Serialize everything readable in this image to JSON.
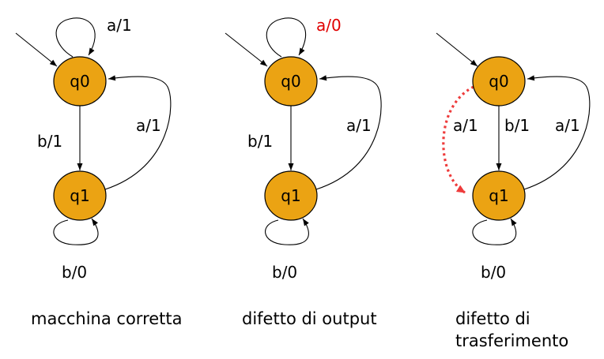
{
  "colors": {
    "state_fill": "#EBA313",
    "edge": "#000000",
    "output_fault": "#E00000",
    "transfer_fault": "#EE3B3B"
  },
  "machines": [
    {
      "states": [
        "q0",
        "q1"
      ],
      "labels": {
        "self_loop_q0": "a/1",
        "q0_to_q1": "b/1",
        "q1_to_q0": "a/1",
        "self_loop_q1": "b/0"
      },
      "caption": [
        "macchina corretta"
      ]
    },
    {
      "states": [
        "q0",
        "q1"
      ],
      "labels": {
        "self_loop_q0": "a/0",
        "q0_to_q1": "b/1",
        "q1_to_q0": "a/1",
        "self_loop_q1": "b/0"
      },
      "caption": [
        "difetto di output"
      ]
    },
    {
      "states": [
        "q0",
        "q1"
      ],
      "labels": {
        "fault_transfer": "a/1",
        "q0_to_q1": "b/1",
        "q1_to_q0": "a/1",
        "self_loop_q1": "b/0"
      },
      "caption": [
        "difetto di",
        "trasferimento"
      ]
    }
  ]
}
